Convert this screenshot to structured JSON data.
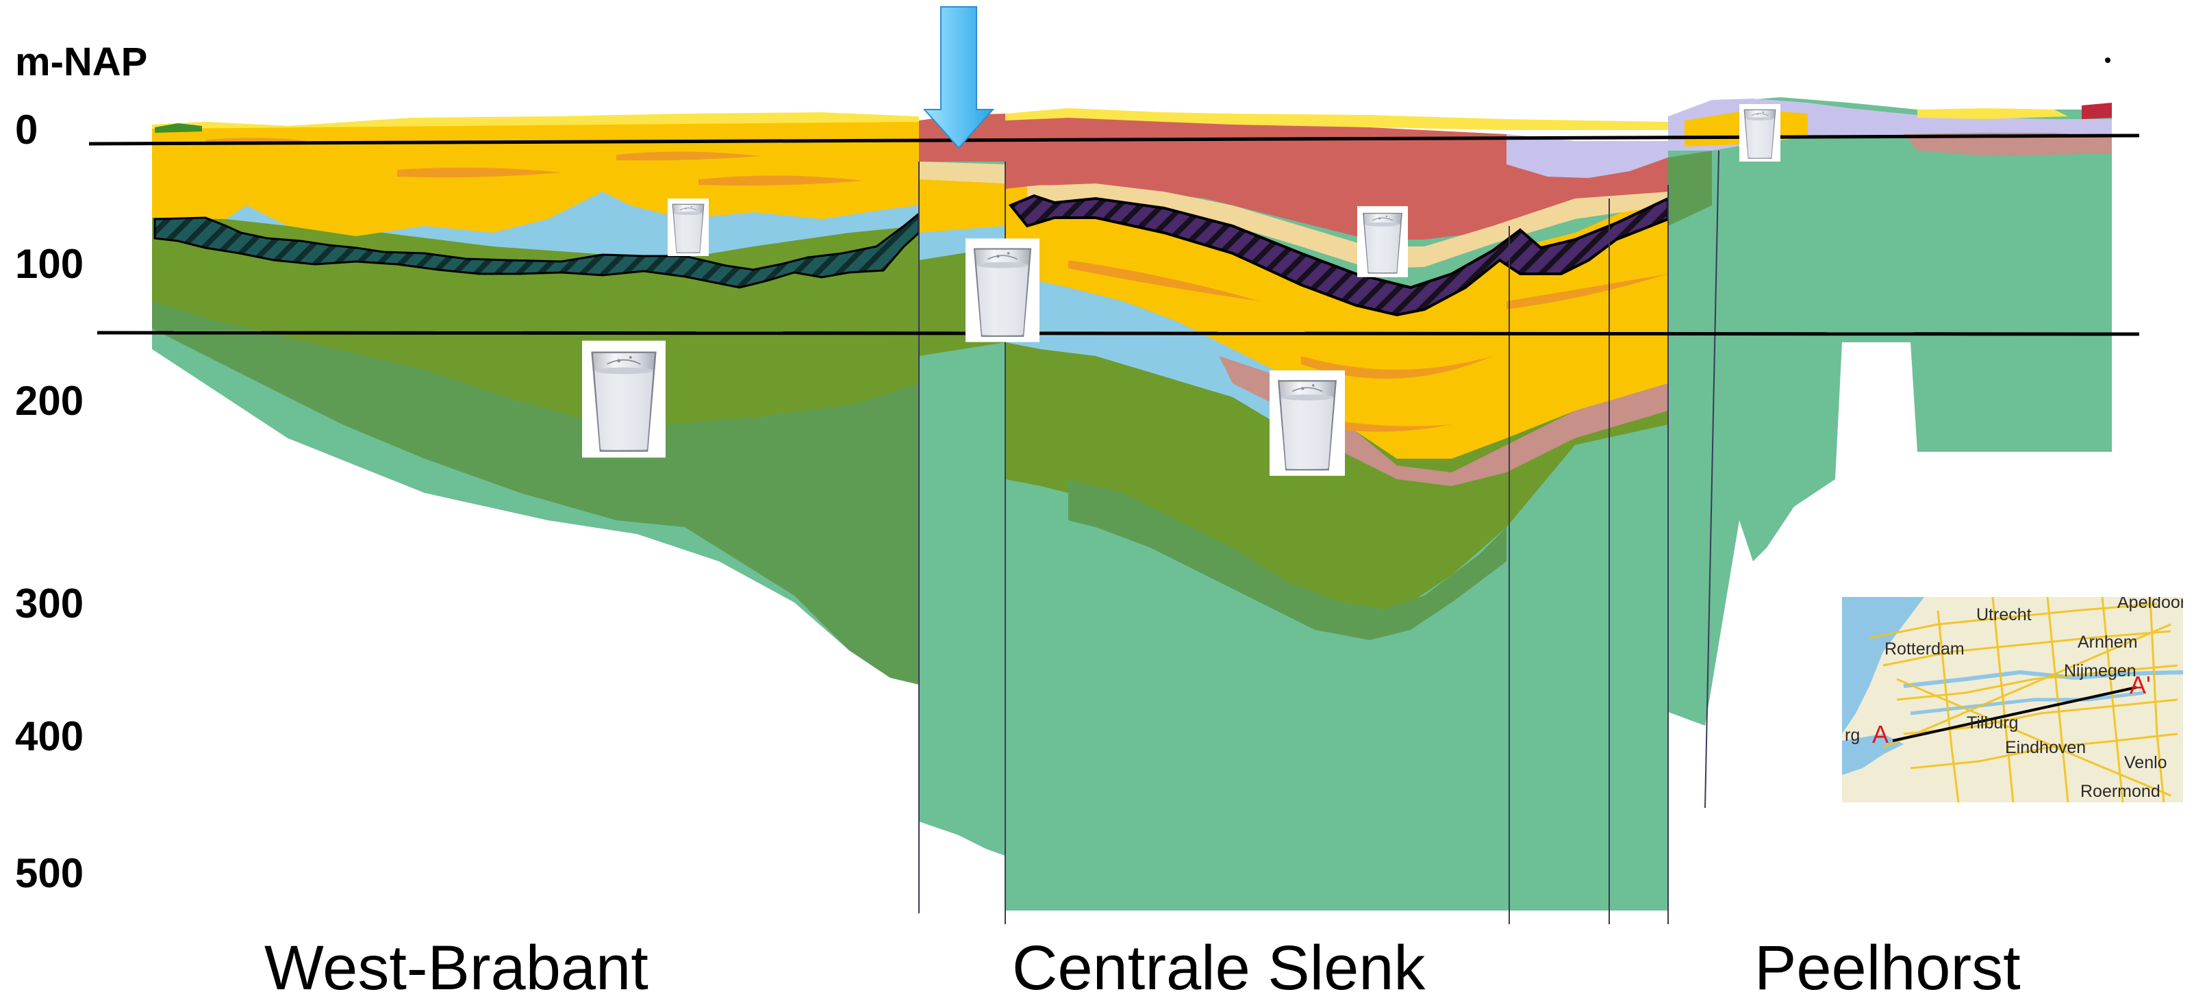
{
  "axis": {
    "unit": "m-NAP",
    "ticks": [
      "0",
      "100",
      "200",
      "300",
      "400",
      "500"
    ]
  },
  "regions": [
    "West-Brabant",
    "Centrale Slenk",
    "Peelhorst"
  ],
  "map": {
    "places": [
      "Apeldoorn",
      "Utrecht",
      "Rotterdam",
      "Arnhem",
      "Nijmegen",
      "Tilburg",
      "Eindhoven",
      "Venlo",
      "Roermond",
      "rg"
    ],
    "section_start": "A",
    "section_end": "A'"
  },
  "colors": {
    "deep_green": "#6dbf96",
    "dark_green_band": "#5f9c53",
    "olive": "#6e9b2c",
    "yellow_aquifer": "#fbc400",
    "orange_lens": "#ef9b22",
    "light_blue": "#8ccbe6",
    "red_clay": "#d0625e",
    "lavender": "#c6c2ec",
    "pink_clay": "#c79089",
    "dark_teal_hatch": "#1f5a5a",
    "purple_hatch": "#4a2a6a",
    "arrow_blue": "#5cc8f6"
  }
}
